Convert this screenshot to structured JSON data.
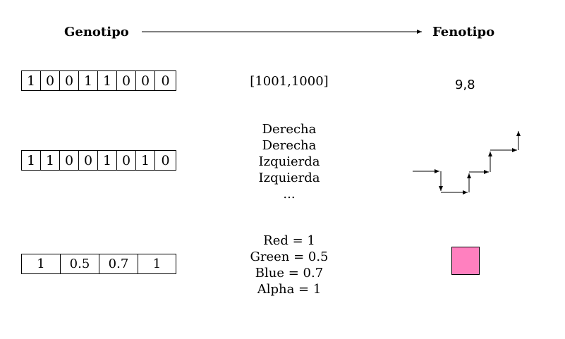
{
  "header": {
    "genotype": "Genotipo",
    "phenotype": "Fenotipo"
  },
  "rows": [
    {
      "genes": [
        "1",
        "0",
        "0",
        "1",
        "1",
        "0",
        "0",
        "0"
      ],
      "mapping": [
        "[1001,1000]"
      ],
      "phenotype_text": "9,8"
    },
    {
      "genes": [
        "1",
        "1",
        "0",
        "0",
        "1",
        "0",
        "1",
        "0"
      ],
      "mapping": [
        "Derecha",
        "Derecha",
        "Izquierda",
        "Izquierda",
        "..."
      ]
    },
    {
      "genes": [
        "1",
        "0.5",
        "0.7",
        "1"
      ],
      "mapping": [
        "Red = 1",
        "Green = 0.5",
        "Blue = 0.7",
        "Alpha = 1"
      ],
      "swatch_color": "#ff80bf"
    }
  ]
}
